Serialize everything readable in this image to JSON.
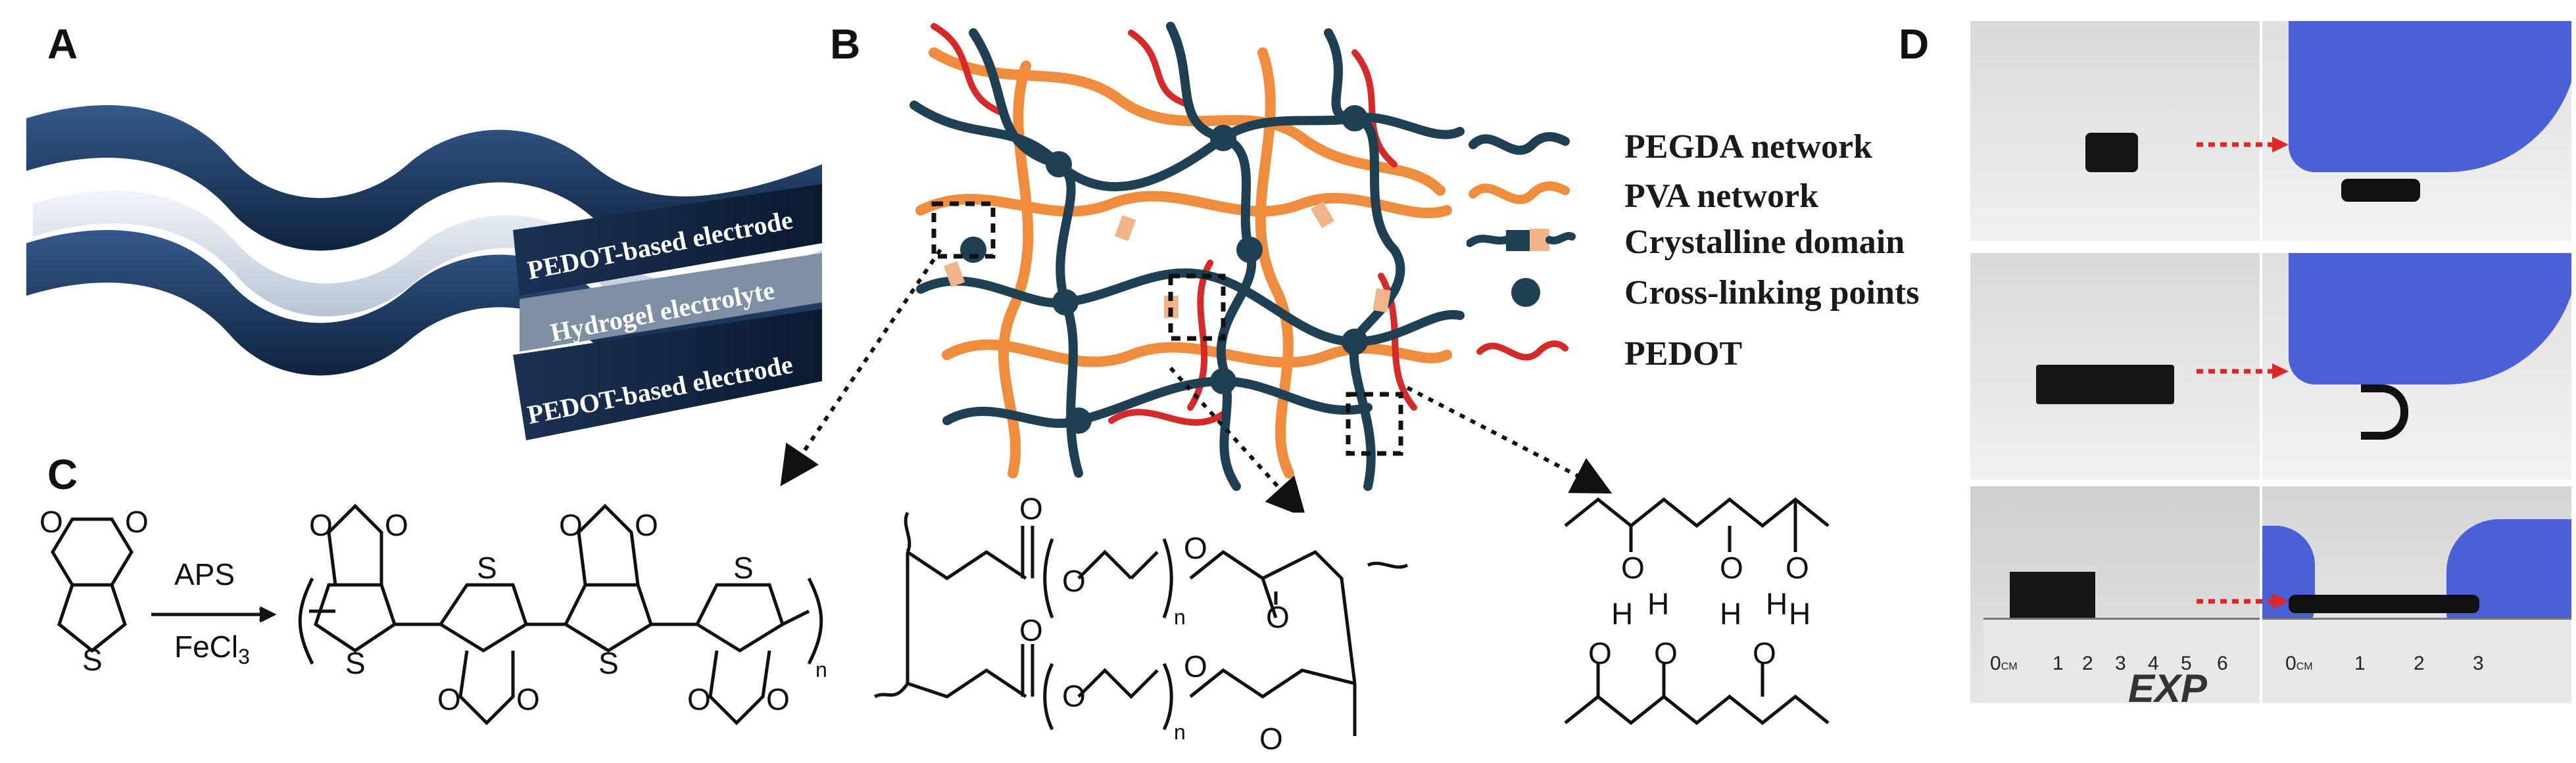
{
  "panels": {
    "a": "A",
    "b": "B",
    "c": "C",
    "d": "D"
  },
  "panel_a": {
    "layer_top": "PEDOT-based electrode",
    "layer_middle": "Hydrogel electrolyte",
    "layer_bottom": "PEDOT-based electrode",
    "colors": {
      "electrode": "#1d3559",
      "electrode_light": "#2f5385",
      "hydrogel": "#dfe6ee"
    }
  },
  "panel_b": {
    "legend": [
      {
        "label": "PEGDA network",
        "icon": "dark-wavy-line",
        "color": "#1f4052"
      },
      {
        "label": "PVA network",
        "icon": "orange-wavy-line",
        "color": "#f08c3e"
      },
      {
        "label": "Crystalline domain",
        "icon": "crystalline-domain-symbol",
        "color": "#f2b48a"
      },
      {
        "label": "Cross-linking points",
        "icon": "dark-sphere",
        "color": "#1f4052"
      },
      {
        "label": "PEDOT",
        "icon": "red-wavy-line",
        "color": "#d42a2a"
      }
    ]
  },
  "panel_c": {
    "reagent_top": "APS",
    "reagent_bottom": "FeCl",
    "reagent_bottom_sub": "3",
    "sulfur": "S",
    "oxygen": "O",
    "repeat_n": "n"
  },
  "structures": {
    "oxygen": "O",
    "hydrogen": "H",
    "repeat_n": "n"
  },
  "panel_d": {
    "ruler_mark_cm": "0",
    "ruler_mark_cm_unit": "CM",
    "ruler_numbers_left": [
      "1",
      "2",
      "3",
      "4",
      "5",
      "6"
    ],
    "ruler_numbers_right": [
      "1",
      "2",
      "3"
    ],
    "watermark": "EXP"
  }
}
